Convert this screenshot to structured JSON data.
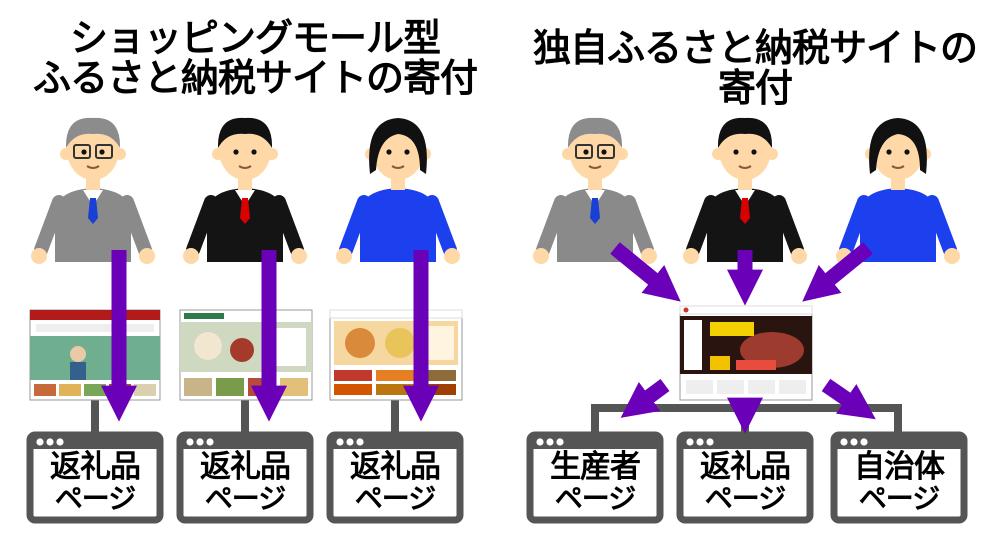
{
  "titles": {
    "left": [
      "ショッピングモール型",
      "ふるさと納税サイトの寄付"
    ],
    "right": [
      "独自ふるさと納税サイトの",
      "寄付"
    ]
  },
  "people": [
    {
      "name": "older-man",
      "hair": "#8c8c8c",
      "clothes": "#8a8a8a",
      "tie": "#1a3fd4"
    },
    {
      "name": "businessman",
      "hair": "#111111",
      "clothes": "#141414",
      "tie": "#d90000"
    },
    {
      "name": "woman",
      "hair": "#111111",
      "clothes": "#1c40ee",
      "tie": ""
    }
  ],
  "left_pages": [
    {
      "line1": "返礼品",
      "line2": "ページ"
    },
    {
      "line1": "返礼品",
      "line2": "ページ"
    },
    {
      "line1": "返礼品",
      "line2": "ページ"
    }
  ],
  "right_pages": [
    {
      "line1": "生産者",
      "line2": "ページ"
    },
    {
      "line1": "返礼品",
      "line2": "ページ"
    },
    {
      "line1": "自治体",
      "line2": "ページ"
    }
  ],
  "colors": {
    "arrow": "#6a00b8",
    "box_border": "#555555",
    "connector": "#555555",
    "skin": "#ffd8a8"
  }
}
